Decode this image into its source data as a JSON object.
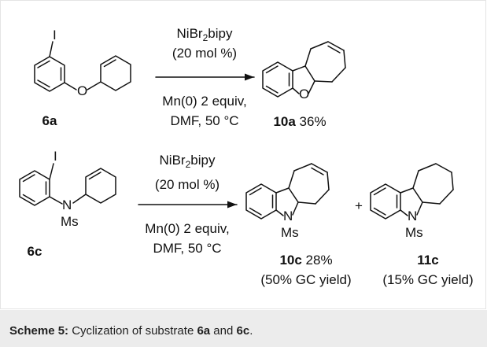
{
  "caption": {
    "prefix": "Scheme 5:",
    "text1": " Cyclization of substrate ",
    "cmpd1": "6a",
    "text2": " and ",
    "cmpd2": "6c",
    "text3": "."
  },
  "reaction1": {
    "reagent_line1_prefix": "NiBr",
    "reagent_line1_sub": "2",
    "reagent_line1_suffix": "bipy",
    "reagent_line2": "(20 mol %)",
    "condition_line1": "Mn(0) 2 equiv,",
    "condition_line2": "DMF, 50 °C",
    "substrate_label": "6a",
    "substrate_atom_I": "I",
    "substrate_atom_O": "O",
    "product_label": "10a",
    "product_yield": " 36%",
    "product_atom_O": "O"
  },
  "reaction2": {
    "reagent_line1_prefix": "NiBr",
    "reagent_line1_sub": "2",
    "reagent_line1_suffix": "bipy",
    "reagent_line2": "(20 mol %)",
    "condition_line1": "Mn(0) 2 equiv,",
    "condition_line2": "DMF, 50 °C",
    "substrate_label": "6c",
    "substrate_atom_I": "I",
    "substrate_atom_N": "N",
    "substrate_atom_Ms": "Ms",
    "plus_sign": "+",
    "product1_label": "10c",
    "product1_yield": " 28%",
    "product1_gc": "(50% GC yield)",
    "product1_atom_N": "N",
    "product1_atom_Ms": "Ms",
    "product2_label": "11c",
    "product2_gc": "(15% GC yield)",
    "product2_atom_N": "N",
    "product2_atom_Ms": "Ms"
  }
}
